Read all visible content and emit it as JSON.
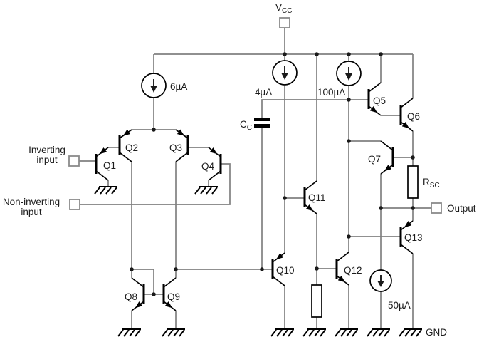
{
  "colors": {
    "background": "#ffffff",
    "wire": "#808080",
    "symbol": "#000000",
    "text": "#1c1c1c"
  },
  "power": {
    "vcc_main": "V",
    "vcc_sub": "CC",
    "gnd": "GND"
  },
  "terminals": {
    "inverting": [
      "Inverting",
      "input"
    ],
    "noninverting": [
      "Non-inverting",
      "input"
    ],
    "output": "Output"
  },
  "current_sources": {
    "input_bias": "6µA",
    "gain_bias": "4µA",
    "output_bias": "100µA",
    "sink_bias": "50µA"
  },
  "transistors": {
    "q1": "Q1",
    "q2": "Q2",
    "q3": "Q3",
    "q4": "Q4",
    "q5": "Q5",
    "q6": "Q6",
    "q7": "Q7",
    "q8": "Q8",
    "q9": "Q9",
    "q10": "Q10",
    "q11": "Q11",
    "q12": "Q12",
    "q13": "Q13"
  },
  "passives": {
    "cc_main": "C",
    "cc_sub": "C",
    "rsc_main": "R",
    "rsc_sub": "SC"
  }
}
